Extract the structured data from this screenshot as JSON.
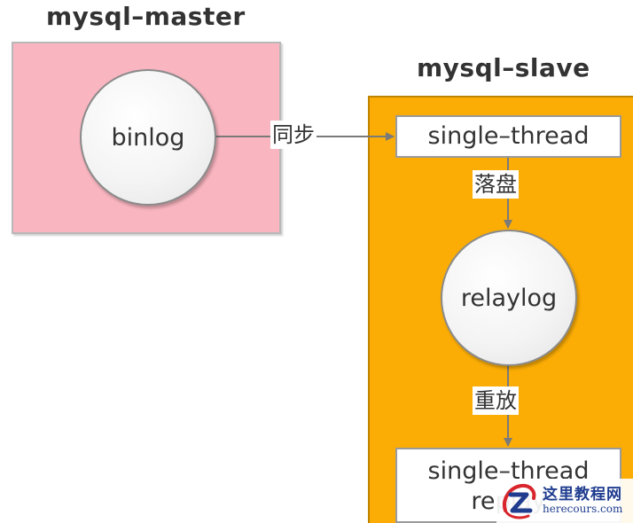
{
  "master": {
    "title": "mysql–master",
    "binlog_label": "binlog"
  },
  "slave": {
    "title": "mysql–slave",
    "thread_top_label": "single–thread",
    "relaylog_label": "relaylog",
    "thread_bottom_line1": "single–thread",
    "thread_bottom_line2": "replay"
  },
  "edges": {
    "sync_label": "同步",
    "flush_label": "落盘",
    "replay_label": "重放"
  },
  "watermark": {
    "name_cn": "这里教程网",
    "domain": "herecours.com",
    "icon": "z-logo-icon"
  },
  "colors": {
    "master_fill": "#f9b5c0",
    "slave_fill": "#fbad05",
    "connector": "#7a7a7a"
  }
}
